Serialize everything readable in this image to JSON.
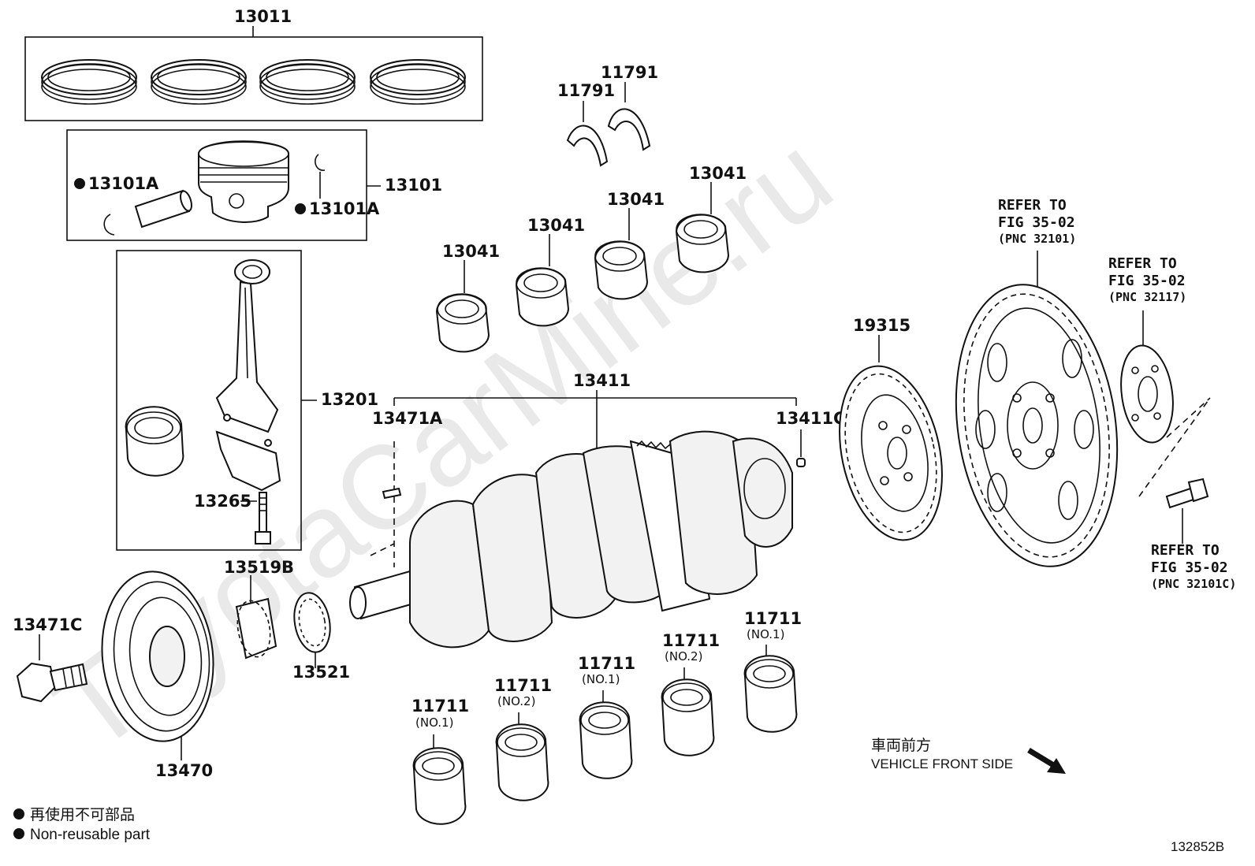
{
  "watermark": "ToyotaCarMine.ru",
  "parts": {
    "piston_ring_set": "13011",
    "piston_sub_assy": "13101",
    "snap_ring_left": "13101A",
    "snap_ring_right": "13101A",
    "connecting_rod": "13201",
    "connecting_rod_bolt": "13265",
    "thrust_washer_a": "11791",
    "thrust_washer_b": "11791",
    "conrod_bearing_1": "13041",
    "conrod_bearing_2": "13041",
    "conrod_bearing_3": "13041",
    "conrod_bearing_4": "13041",
    "crankshaft": "13411",
    "crankshaft_plug": "13471A",
    "crankshaft_pin": "13411C",
    "signal_plate": "19315",
    "crank_timing_gear": "13519B",
    "crank_sprocket": "13521",
    "pulley_bolt": "13471C",
    "crank_pulley": "13470",
    "main_bearing_1": "11711",
    "main_bearing_2": "11711",
    "main_bearing_3": "11711",
    "main_bearing_4": "11711",
    "main_bearing_5": "11711"
  },
  "bearing_subs": {
    "b1": "(NO.1)",
    "b2": "(NO.2)",
    "b3": "(NO.1)",
    "b4": "(NO.2)",
    "b5": "(NO.1)"
  },
  "refer_notes": {
    "flywheel": {
      "line1": "REFER TO",
      "line2": "FIG 35-02",
      "pnc": "(PNC 32101)"
    },
    "plate": {
      "line1": "REFER TO",
      "line2": "FIG 35-02",
      "pnc": "(PNC 32117)"
    },
    "bolt": {
      "line1": "REFER TO",
      "line2": "FIG 35-02",
      "pnc": "(PNC 32101C)"
    }
  },
  "front_side": {
    "japanese": "車両前方",
    "english": "VEHICLE FRONT SIDE"
  },
  "legend": {
    "japanese": "再使用不可部品",
    "english": "Non-reusable part"
  },
  "figure_id": "132852B"
}
